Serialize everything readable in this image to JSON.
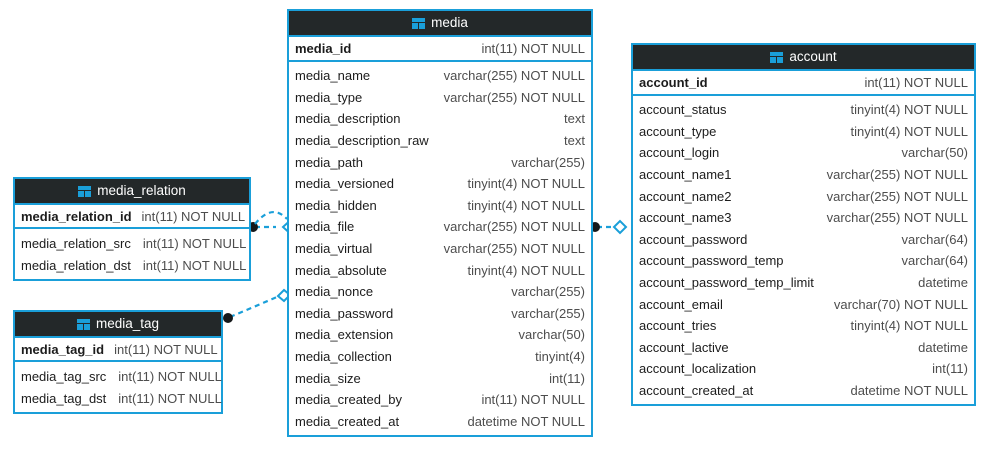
{
  "diagram": {
    "type": "entity-relationship-diagram",
    "background": "#ffffff",
    "accent_color": "#1a9fd9",
    "header_color": "#232829",
    "icon_name": "table-icon"
  },
  "entities": [
    {
      "id": "media",
      "title": "media",
      "primary_key": {
        "name": "media_id",
        "type": "int(11) NOT NULL"
      },
      "fields": [
        {
          "name": "media_name",
          "type": "varchar(255) NOT NULL"
        },
        {
          "name": "media_type",
          "type": "varchar(255) NOT NULL"
        },
        {
          "name": "media_description",
          "type": "text"
        },
        {
          "name": "media_description_raw",
          "type": "text"
        },
        {
          "name": "media_path",
          "type": "varchar(255)"
        },
        {
          "name": "media_versioned",
          "type": "tinyint(4) NOT NULL"
        },
        {
          "name": "media_hidden",
          "type": "tinyint(4) NOT NULL"
        },
        {
          "name": "media_file",
          "type": "varchar(255) NOT NULL"
        },
        {
          "name": "media_virtual",
          "type": "varchar(255) NOT NULL"
        },
        {
          "name": "media_absolute",
          "type": "tinyint(4) NOT NULL"
        },
        {
          "name": "media_nonce",
          "type": "varchar(255)"
        },
        {
          "name": "media_password",
          "type": "varchar(255)"
        },
        {
          "name": "media_extension",
          "type": "varchar(50)"
        },
        {
          "name": "media_collection",
          "type": "tinyint(4)"
        },
        {
          "name": "media_size",
          "type": "int(11)"
        },
        {
          "name": "media_created_by",
          "type": "int(11) NOT NULL"
        },
        {
          "name": "media_created_at",
          "type": "datetime NOT NULL"
        }
      ]
    },
    {
      "id": "account",
      "title": "account",
      "primary_key": {
        "name": "account_id",
        "type": "int(11) NOT NULL"
      },
      "fields": [
        {
          "name": "account_status",
          "type": "tinyint(4) NOT NULL"
        },
        {
          "name": "account_type",
          "type": "tinyint(4) NOT NULL"
        },
        {
          "name": "account_login",
          "type": "varchar(50)"
        },
        {
          "name": "account_name1",
          "type": "varchar(255) NOT NULL"
        },
        {
          "name": "account_name2",
          "type": "varchar(255) NOT NULL"
        },
        {
          "name": "account_name3",
          "type": "varchar(255) NOT NULL"
        },
        {
          "name": "account_password",
          "type": "varchar(64)"
        },
        {
          "name": "account_password_temp",
          "type": "varchar(64)"
        },
        {
          "name": "account_password_temp_limit",
          "type": "datetime"
        },
        {
          "name": "account_email",
          "type": "varchar(70) NOT NULL"
        },
        {
          "name": "account_tries",
          "type": "tinyint(4) NOT NULL"
        },
        {
          "name": "account_lactive",
          "type": "datetime"
        },
        {
          "name": "account_localization",
          "type": "int(11)"
        },
        {
          "name": "account_created_at",
          "type": "datetime NOT NULL"
        }
      ]
    },
    {
      "id": "media_relation",
      "title": "media_relation",
      "primary_key": {
        "name": "media_relation_id",
        "type": "int(11) NOT NULL"
      },
      "fields": [
        {
          "name": "media_relation_src",
          "type": "int(11) NOT NULL"
        },
        {
          "name": "media_relation_dst",
          "type": "int(11) NOT NULL"
        }
      ]
    },
    {
      "id": "media_tag",
      "title": "media_tag",
      "primary_key": {
        "name": "media_tag_id",
        "type": "int(11) NOT NULL"
      },
      "fields": [
        {
          "name": "media_tag_src",
          "type": "int(11) NOT NULL"
        },
        {
          "name": "media_tag_dst",
          "type": "int(11) NOT NULL"
        }
      ]
    }
  ],
  "relationships": [
    {
      "from": "media_relation",
      "to": "media",
      "style": "dashed",
      "source_marker": "filled-dot",
      "target_marker": "open-diamond"
    },
    {
      "from": "media_relation",
      "to": "media",
      "style": "dashed-curve",
      "source_marker": "filled-dot",
      "target_marker": "open-diamond"
    },
    {
      "from": "media_tag",
      "to": "media",
      "style": "dashed",
      "source_marker": "filled-dot",
      "target_marker": "open-diamond"
    },
    {
      "from": "media",
      "to": "account",
      "style": "dashed",
      "source_marker": "filled-dot",
      "target_marker": "open-diamond"
    }
  ]
}
